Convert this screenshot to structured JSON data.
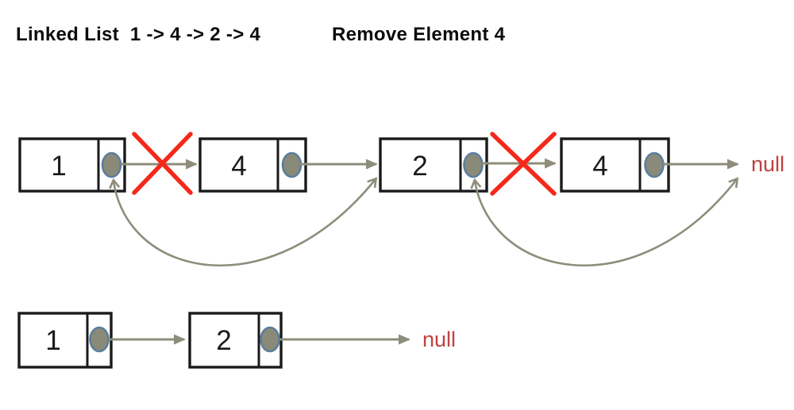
{
  "titles": {
    "left": "Linked List  1 -> 4 -> 2 -> 4",
    "right": "Remove Element 4"
  },
  "colors": {
    "arrow": "#8e8d7b",
    "oval_fill": "#8a8a78",
    "oval_border": "#5b7e9f",
    "box_border": "#1a1a1a",
    "cross": "#f5291a",
    "null_text": "#c0413e",
    "title_text": "#0d0d0d"
  },
  "list_before": {
    "nodes": [
      "1",
      "4",
      "2",
      "4"
    ],
    "null_label": "null"
  },
  "list_after": {
    "nodes": [
      "1",
      "2"
    ],
    "null_label": "null"
  }
}
